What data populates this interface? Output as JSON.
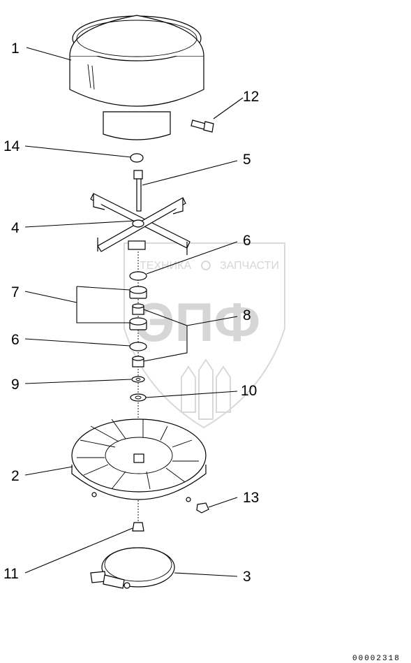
{
  "callouts": {
    "c1": "1",
    "c2": "2",
    "c3": "3",
    "c4": "4",
    "c5": "5",
    "c6a": "6",
    "c6b": "6",
    "c7": "7",
    "c8": "8",
    "c9": "9",
    "c10": "10",
    "c11": "11",
    "c12": "12",
    "c13": "13",
    "c14": "14"
  },
  "watermark": {
    "top_text_left": "ТЕХНИКА",
    "top_text_right": "ЗАПЧАСТИ",
    "logo": "ЭПФ"
  },
  "drawing_code": "00002318"
}
